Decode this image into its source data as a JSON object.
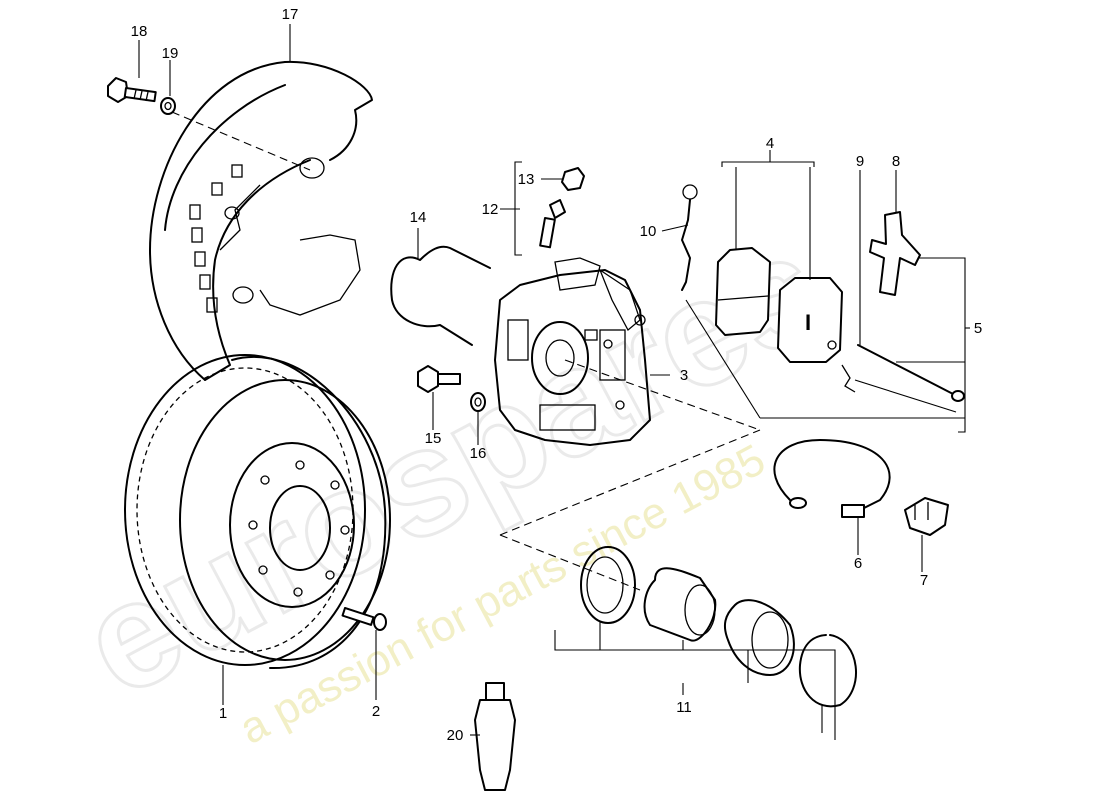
{
  "watermark": {
    "brand": "eurospares",
    "tagline": "a passion for parts since 1985"
  },
  "callouts": {
    "c1": "1",
    "c2": "2",
    "c3": "3",
    "c4": "4",
    "c5": "5",
    "c6": "6",
    "c7": "7",
    "c8": "8",
    "c9": "9",
    "c10": "10",
    "c11": "11",
    "c12": "12",
    "c13": "13",
    "c14": "14",
    "c15": "15",
    "c16": "16",
    "c17": "17",
    "c18": "18",
    "c19": "19",
    "c20": "20"
  }
}
